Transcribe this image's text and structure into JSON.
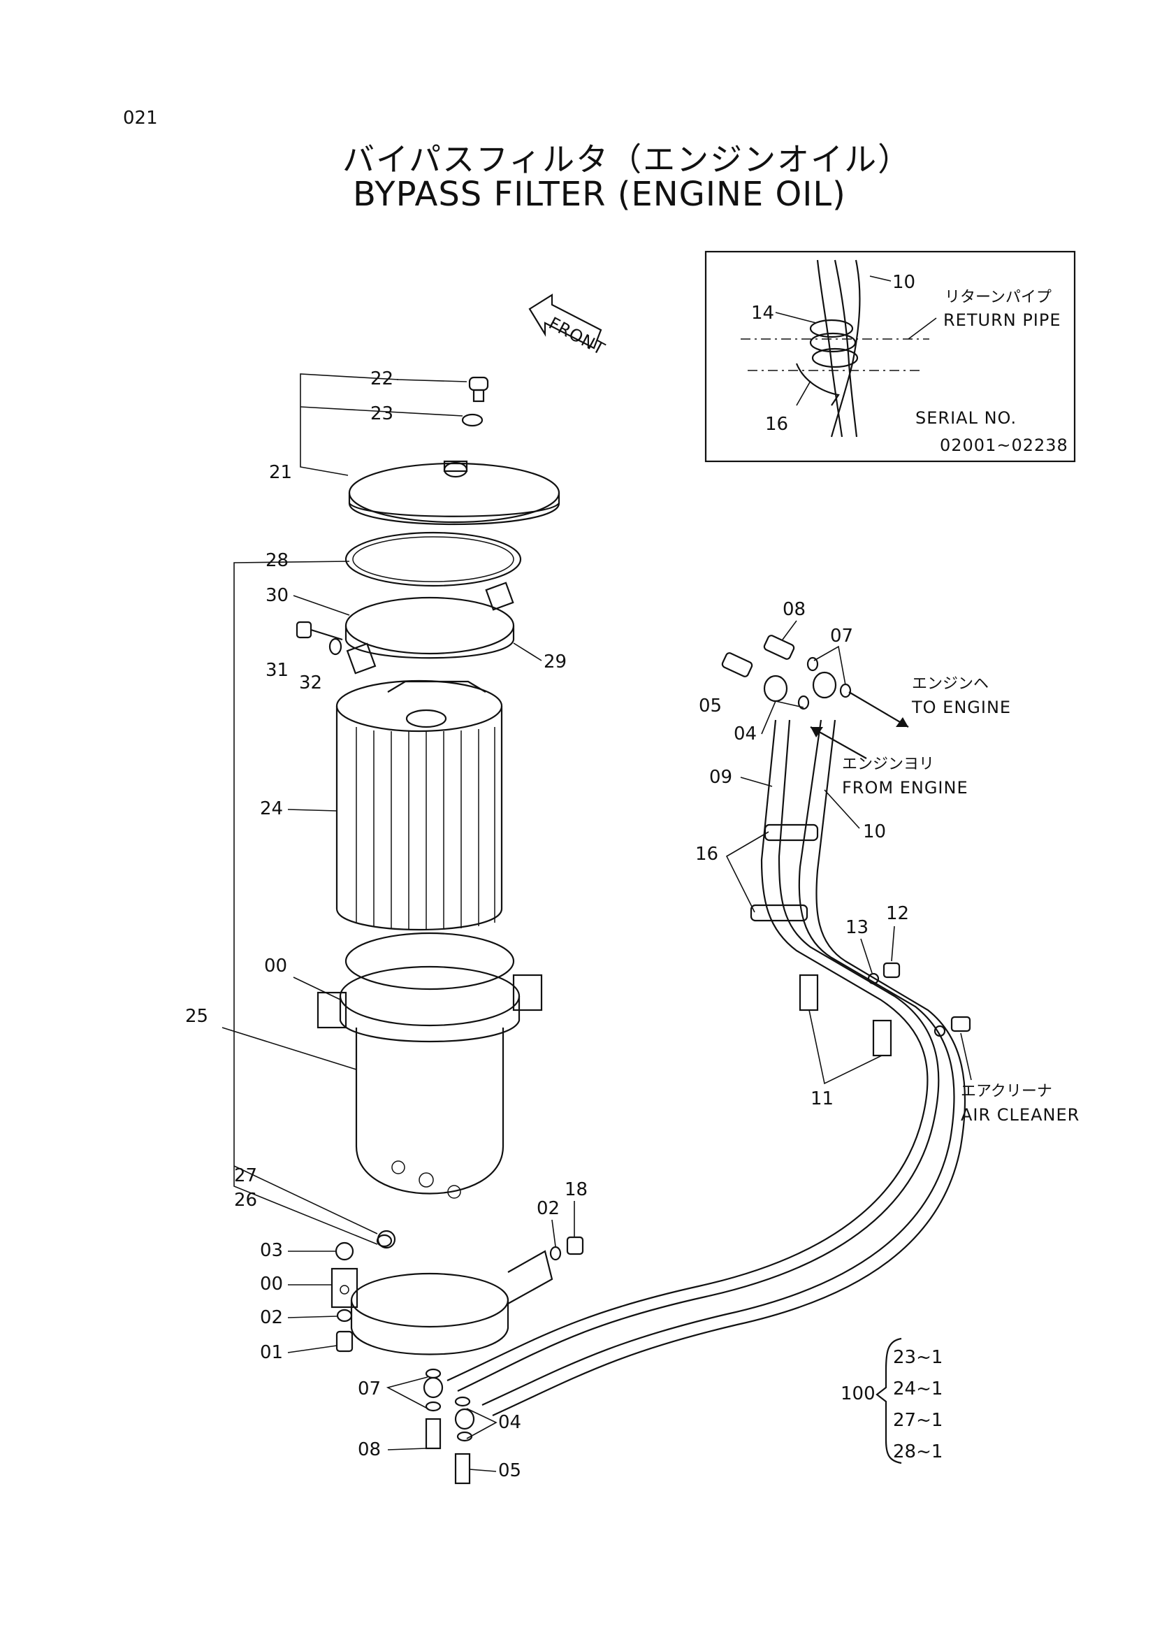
{
  "page_number": "021",
  "title": {
    "jp": "バイパスフィルタ（エンジンオイル）",
    "en": "BYPASS FILTER (ENGINE OIL)"
  },
  "front_marker": "FRONT",
  "inset": {
    "part_labels": [
      "10",
      "14",
      "16"
    ],
    "return_pipe_jp": "リターンパイプ",
    "return_pipe_en": "RETURN PIPE",
    "serial_label": "SERIAL NO.",
    "serial_range": "02001~02238"
  },
  "callouts": {
    "to_engine_jp": "エンジンヘ",
    "to_engine_en": "TO ENGINE",
    "from_engine_jp": "エンジンヨリ",
    "from_engine_en": "FROM ENGINE",
    "air_cleaner_jp": "エアクリーナ",
    "air_cleaner_en": "AIR CLEANER"
  },
  "part_labels": [
    "22",
    "23",
    "21",
    "28",
    "30",
    "31",
    "32",
    "29",
    "24",
    "00",
    "25",
    "27",
    "26",
    "03",
    "00",
    "02",
    "01",
    "07",
    "08",
    "04",
    "05",
    "02",
    "18",
    "08",
    "07",
    "05",
    "04",
    "09",
    "10",
    "16",
    "13",
    "12",
    "11"
  ],
  "kit": {
    "number": "100",
    "items": [
      "23~1",
      "24~1",
      "27~1",
      "28~1"
    ]
  }
}
